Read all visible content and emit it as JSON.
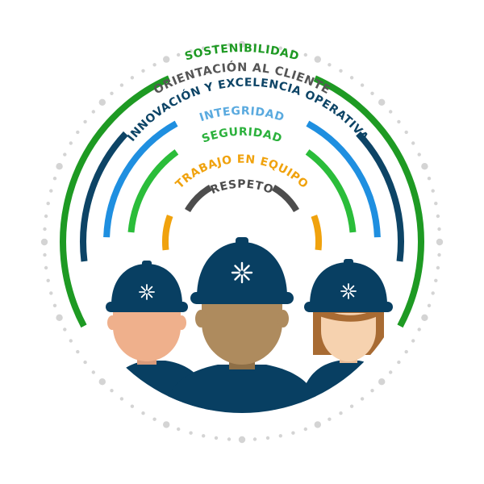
{
  "values": [
    {
      "key": "cliente",
      "label": "ORIENTACIÓN AL CLIENTE",
      "color": "#555555"
    },
    {
      "key": "sostenibilidad",
      "label": "SOSTENIBILIDAD",
      "color": "#1e9a23"
    },
    {
      "key": "innovacion",
      "label": "INNOVACIÓN Y EXCELENCIA OPERATIVA",
      "color": "#0d4466"
    },
    {
      "key": "integridad",
      "label": "INTEGRIDAD",
      "color": "#5aaadf"
    },
    {
      "key": "seguridad",
      "label": "SEGURIDAD",
      "color": "#2bb13c"
    },
    {
      "key": "equipo",
      "label": "TRABAJO EN EQUIPO",
      "color": "#f0a20d"
    },
    {
      "key": "respeto",
      "label": "RESPETO",
      "color": "#4d4d4d"
    }
  ],
  "colors": {
    "navy": "#083f62",
    "arc_innovacion": "#0d4466",
    "arc_integridad": "#1f8fe0",
    "arc_seguridad": "#2bbd3a",
    "arc_sostenibilidad": "#1e9a23",
    "arc_equipo": "#f0a20d",
    "arc_respeto": "#4d4d4d",
    "dots": "#d4d4d4",
    "skin_light": "#efb08c",
    "skin_medium": "#ae8b5e",
    "skin_fair": "#f6d2af",
    "hair": "#a86b33"
  },
  "icons": {
    "helmet_logo": "sparkle-icon",
    "figures": [
      "worker-left-icon",
      "worker-center-icon",
      "worker-right-icon"
    ]
  }
}
